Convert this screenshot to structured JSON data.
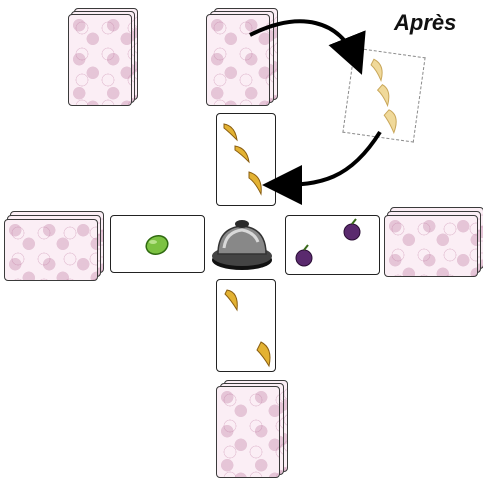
{
  "after_label": "Après",
  "colors": {
    "card_back": "#fbeef5",
    "banana": "#e3b233",
    "lime": "#7cc242",
    "plum": "#5a2a6e",
    "bell": "#7a7a7a"
  },
  "cards": {
    "top_left_deck": "face-down",
    "top_right_deck": "face-down",
    "top_played": {
      "fruit": "banana",
      "count": 3
    },
    "left_played": {
      "fruit": "lime",
      "count": 1
    },
    "right_played": {
      "fruit": "plum",
      "count": 2
    },
    "bottom_played": {
      "fruit": "banana",
      "count": 2
    },
    "after_card": {
      "fruit": "banana",
      "count": 3
    }
  },
  "icons": [
    "banana-icon",
    "lime-icon",
    "plum-icon",
    "bell-icon",
    "arrow-icon"
  ]
}
